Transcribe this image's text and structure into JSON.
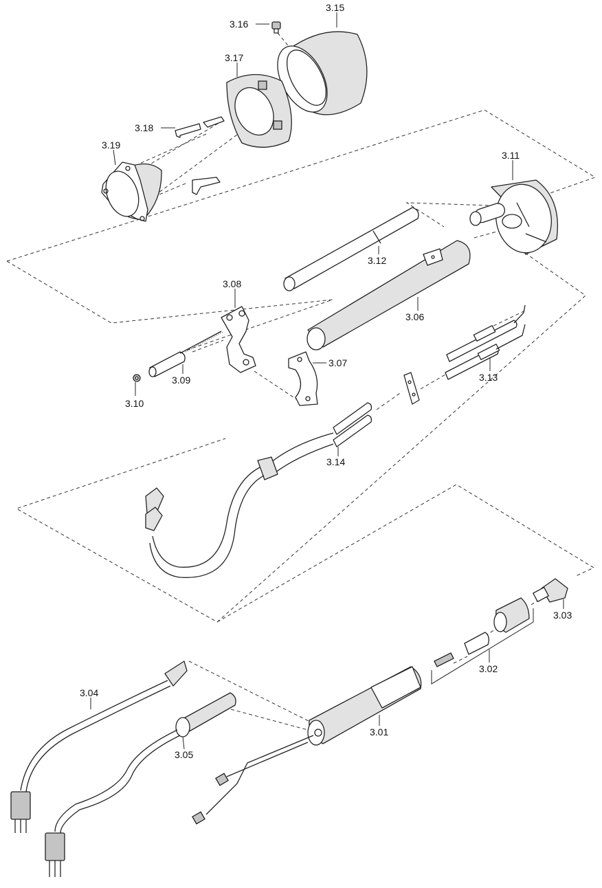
{
  "labels": {
    "p301": "3.01",
    "p302": "3.02",
    "p303": "3.03",
    "p304": "3.04",
    "p305": "3.05",
    "p306": "3.06",
    "p307": "3.07",
    "p308": "3.08",
    "p309": "3.09",
    "p310": "3.10",
    "p311": "3.11",
    "p312": "3.12",
    "p313": "3.13",
    "p314": "3.14",
    "p315": "3.15",
    "p316": "3.16",
    "p317": "3.17",
    "p318": "3.18",
    "p319": "3.19"
  }
}
